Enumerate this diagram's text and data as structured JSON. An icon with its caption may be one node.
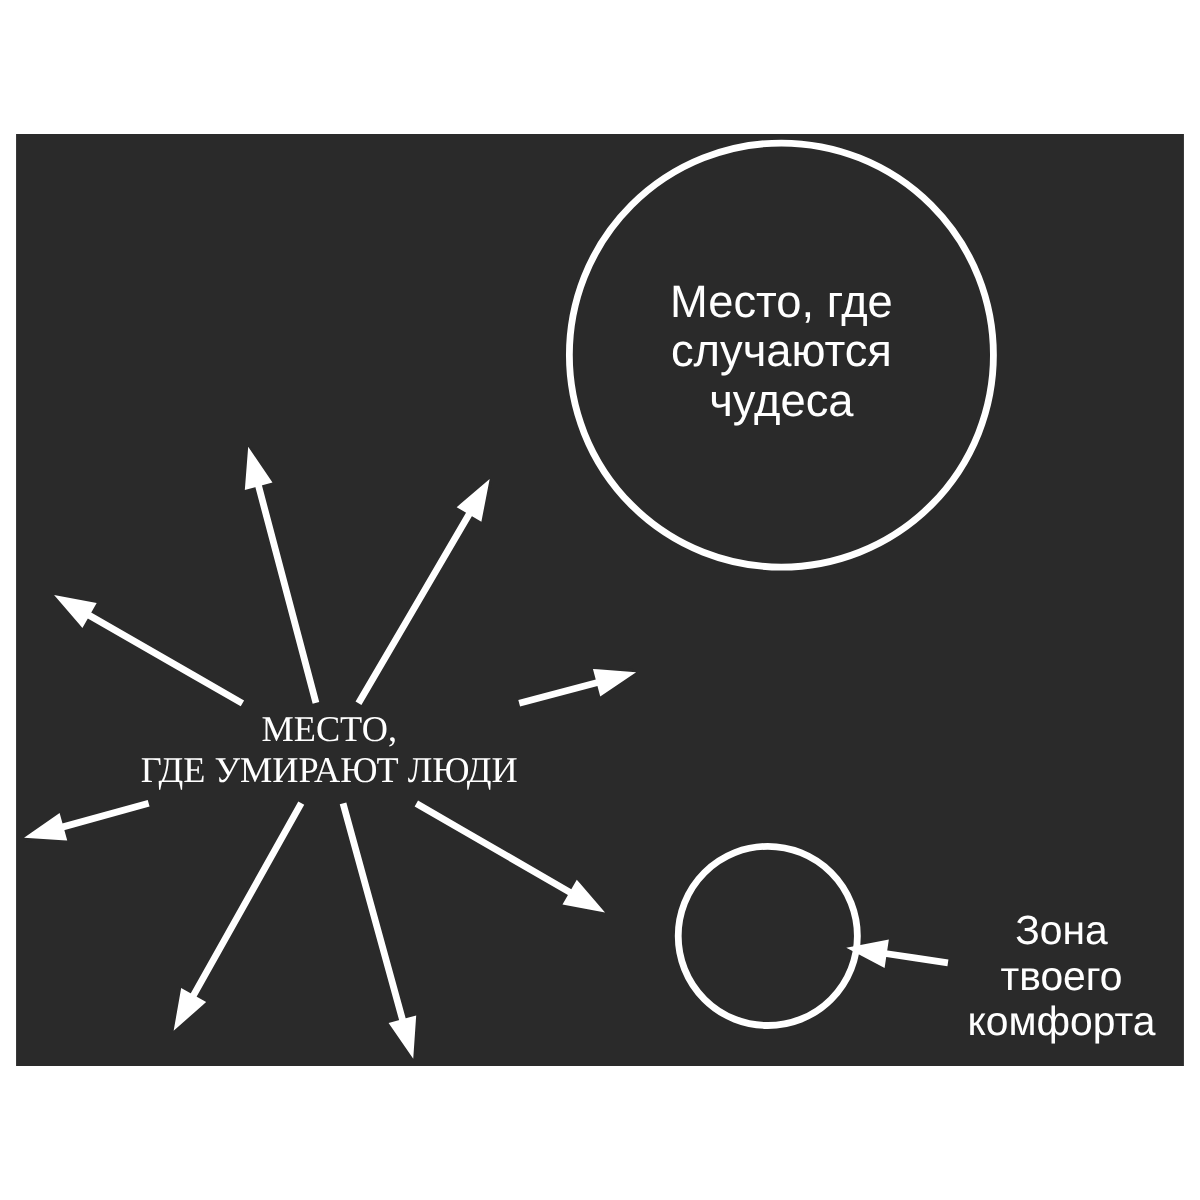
{
  "diagram": {
    "nodes": [
      {
        "text": [
          "МЕСТО, ГДЕ УМИРАЮТ ЛЮДИ"
        ]
      },
      {
        "text": [
          "Место, где случаются чудеса"
        ]
      },
      {
        "text": [],
        "shape": "circle"
      },
      {
        "text": [
          "Зона твоего комфорта"
        ]
      }
    ],
    "edges": [
      {
        "from": 0,
        "to": null,
        "arrow": "to"
      },
      {
        "from": 0,
        "to": null,
        "arrow": "to"
      },
      {
        "from": 0,
        "to": null,
        "arrow": "to"
      },
      {
        "from": 0,
        "to": null,
        "arrow": "to"
      },
      {
        "from": 0,
        "to": null,
        "arrow": "to"
      },
      {
        "from": 0,
        "to": null,
        "arrow": "to"
      },
      {
        "from": 0,
        "to": null,
        "arrow": "to"
      },
      {
        "from": 0,
        "to": null,
        "arrow": "to"
      },
      {
        "from": 3,
        "to": 2,
        "arrow": "to"
      }
    ]
  }
}
